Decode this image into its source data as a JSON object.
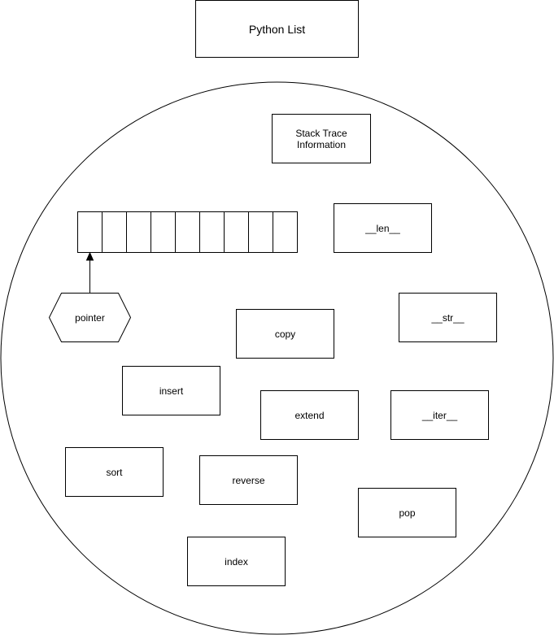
{
  "diagram": {
    "title": "Python List",
    "stack_trace": {
      "line1": "Stack Trace",
      "line2": "Information"
    },
    "pointer_label": "pointer",
    "array_cell_count": 9,
    "methods": {
      "len": "__len__",
      "str": "__str__",
      "copy": "copy",
      "insert": "insert",
      "extend": "extend",
      "iter": "__iter__",
      "sort": "sort",
      "reverse": "reverse",
      "pop": "pop",
      "index": "index"
    }
  }
}
